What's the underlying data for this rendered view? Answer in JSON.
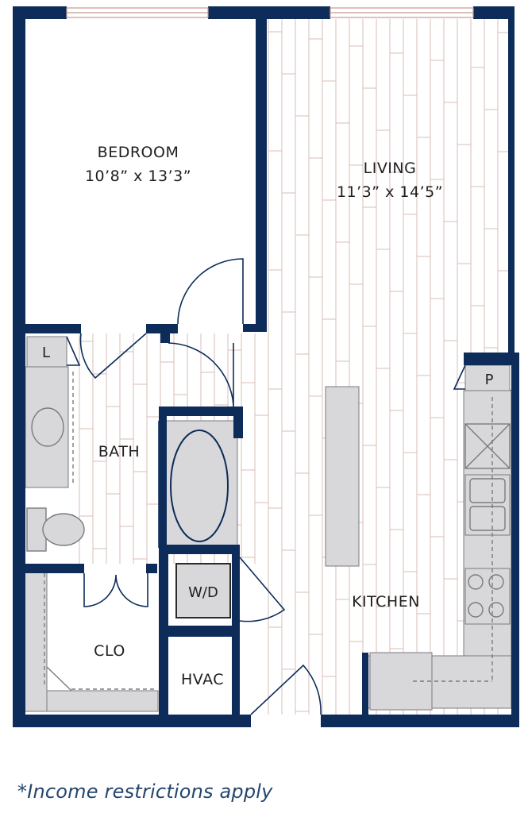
{
  "rooms": {
    "bedroom": {
      "name": "BEDROOM",
      "dims": "10’8” x 13’3”"
    },
    "living": {
      "name": "LIVING",
      "dims": "11’3” x 14’5”"
    },
    "bath": {
      "name": "BATH"
    },
    "kitchen": {
      "name": "KITCHEN"
    },
    "closet": {
      "name": "CLO"
    }
  },
  "fixtures": {
    "linen": "L",
    "pantry": "P",
    "washer_dryer": "W/D",
    "hvac": "HVAC"
  },
  "footnote": "*Income restrictions apply",
  "colors": {
    "wall": "#0d2c5a",
    "fixture_fill": "#d8d8da",
    "fixture_stroke": "#7a7a80",
    "floor_line": "#d9bdb6",
    "door_line": "#0d2c5a",
    "footnote": "#25466f"
  }
}
